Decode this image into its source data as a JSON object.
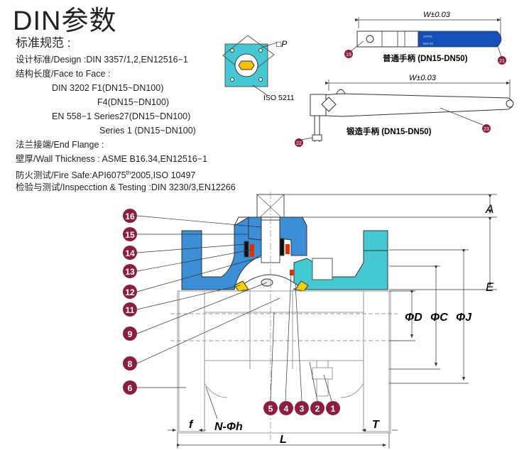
{
  "page": {
    "title": "DIN参数",
    "subtitle": "标准规范 :"
  },
  "specs": {
    "design": "设计标准/Design :DIN 3357/1,2,EN12516−1",
    "face_header": "结构长度/Face to Face :",
    "din3202_f1": "DIN 3202 F1(DN15~DN100)",
    "din3202_f4": "F4(DN15~DN100)",
    "en558_s27": "EN 558−1 Series27(DN15~DN100)",
    "en558_s1": "Series 1 (DN15~DN100)",
    "end_flange": "法兰接端/End Flange :",
    "wall": "壁厚/Wall Thickness : ASME B16.34,EN12516−1",
    "fire_safe_a": "防火测试/Fire Safe:API6075",
    "fire_safe_sup": "th",
    "fire_safe_b": "2005,ISO 10497",
    "testing": "检验与测试/Inspecction & Testing :DIN 3230/3,EN12266"
  },
  "top_diagrams": {
    "flange_p": "□P",
    "iso": "ISO 5211",
    "w_plain": "W±0.03",
    "w_forged": "W±0.03",
    "plain_handle": "普通手柄 (DN15-DN50)",
    "forged_handle": "锻造手柄 (DN15-DN50)",
    "n19": "19",
    "n21": "21",
    "n22": "22",
    "n23": "23"
  },
  "section": {
    "left_callouts": [
      "16",
      "15",
      "14",
      "13",
      "12",
      "11",
      "9",
      "8",
      "6"
    ],
    "bottom_callouts": [
      "5",
      "4",
      "3",
      "2",
      "1"
    ],
    "dim_A": "A",
    "dim_E": "E",
    "dim_D": "ΦD",
    "dim_C": "ΦC",
    "dim_J": "ΦJ",
    "dim_f": "f",
    "dim_T": "T",
    "dim_L": "L",
    "dim_Nh": "N-Φh"
  },
  "colors": {
    "blue": "#3a8fd6",
    "cyan": "#44c9d3",
    "callout": "#8c1d3f",
    "yellow": "#f4d000",
    "red": "#e03000",
    "handle_blue": "#1550b8"
  }
}
